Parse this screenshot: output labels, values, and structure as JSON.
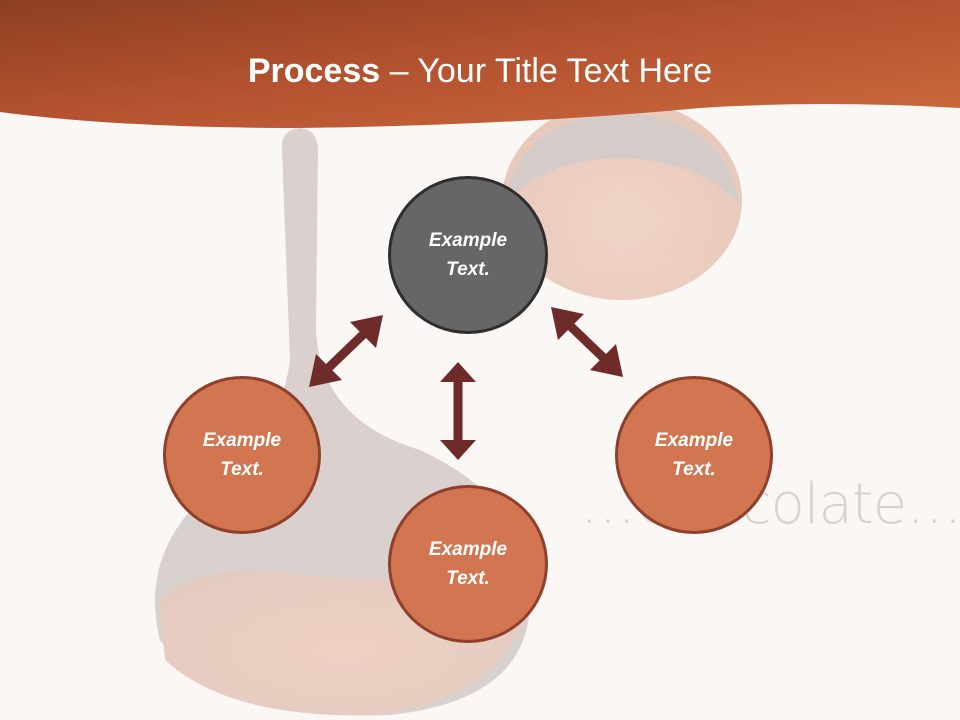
{
  "slide": {
    "title_bold": "Process",
    "title_sep": " – ",
    "title_rest": "Your Title Text Here",
    "watermark": "…Chocolate…"
  },
  "nodes": [
    {
      "label": "Example\nText.",
      "fill": "#666666"
    },
    {
      "label": "Example\nText.",
      "fill": "#d17650"
    },
    {
      "label": "Example\nText.",
      "fill": "#d17650"
    },
    {
      "label": "Example\nText.",
      "fill": "#d17650"
    }
  ],
  "colors": {
    "header": "#b9532b",
    "arrow": "#6e2b2a",
    "background": "#fbf7f4"
  }
}
